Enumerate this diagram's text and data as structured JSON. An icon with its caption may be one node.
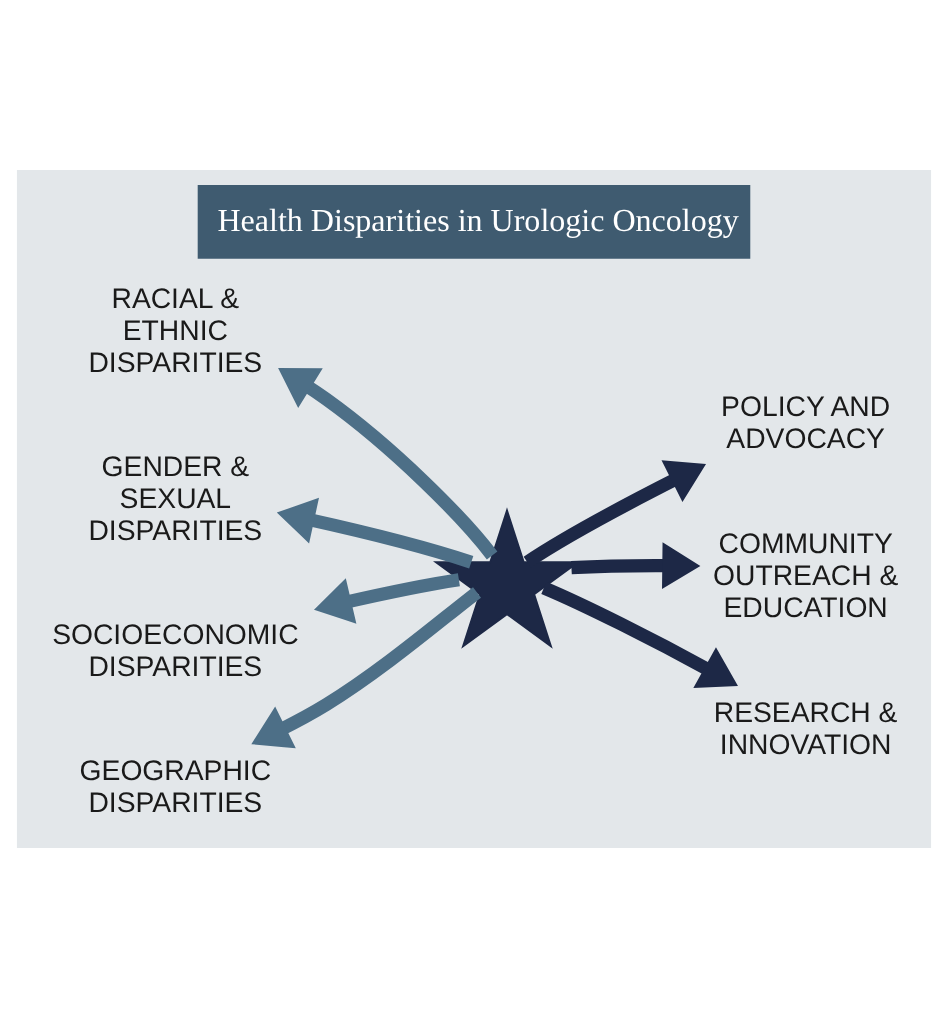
{
  "diagram": {
    "title": "Health Disparities in Urologic Oncology",
    "nodes": [
      {
        "text": [
          "RACIAL & ETHNIC DISPARITIES"
        ]
      },
      {
        "text": [
          "POLICY AND ADVOCACY"
        ]
      },
      {
        "text": [
          "GENDER & SEXUAL DISPARITIES"
        ]
      },
      {
        "text": [],
        "shape": "star"
      },
      {
        "text": [
          "SOCIOECONOMIC DISPARITIES"
        ]
      },
      {
        "text": [
          "COMMUNITY OUTREACH & EDUCATION"
        ]
      },
      {
        "text": [
          "GEOGRAPHIC DISPARITIES"
        ]
      },
      {
        "text": [
          "RESEARCH & INNOVATION"
        ]
      }
    ],
    "edges": [
      {
        "from": 3,
        "to": 0,
        "arrow": "to"
      },
      {
        "from": 3,
        "to": 1,
        "arrow": "to",
        "color": "#1d2846"
      },
      {
        "from": 3,
        "to": 2,
        "arrow": "to"
      },
      {
        "from": 3,
        "to": 4,
        "arrow": "to"
      },
      {
        "from": 3,
        "to": 5,
        "arrow": "to",
        "color": "#1d2846"
      },
      {
        "from": 3,
        "to": 6,
        "arrow": "to"
      },
      {
        "from": 3,
        "to": 7,
        "arrow": "to",
        "color": "#1d2846"
      }
    ]
  }
}
